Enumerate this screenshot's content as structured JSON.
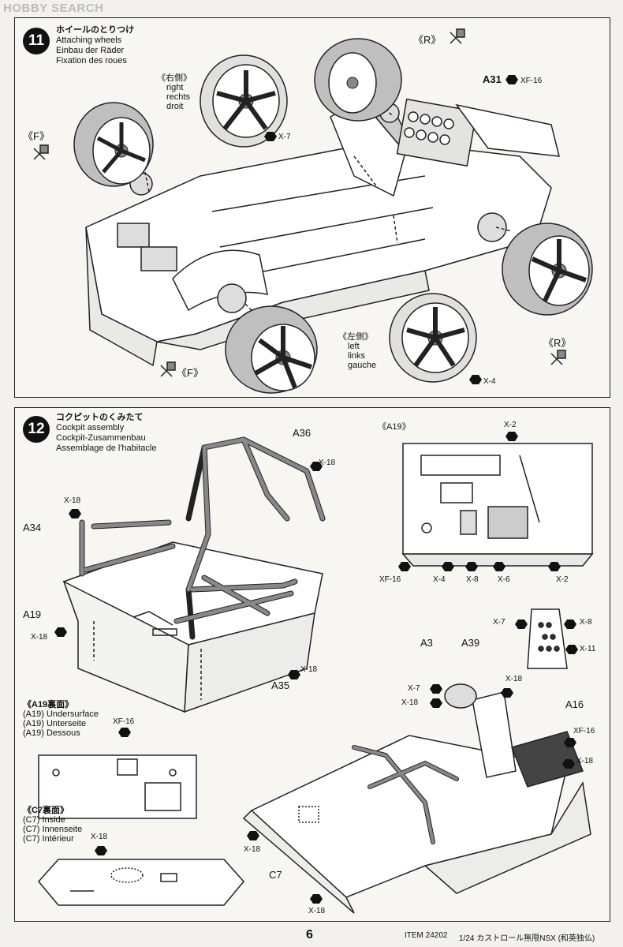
{
  "watermark": "HOBBY SEARCH",
  "step11": {
    "number": "11",
    "title_jp": "ホイールのとりつけ",
    "title_en": "Attaching wheels",
    "title_de": "Einbau der Räder",
    "title_fr": "Fixation des roues",
    "right_side": {
      "jp": "《右側》",
      "en": "right",
      "de": "rechts",
      "fr": "droit"
    },
    "left_side": {
      "jp": "《左側》",
      "en": "left",
      "de": "links",
      "fr": "gauche"
    },
    "labels": {
      "r1": "《R》",
      "r2": "《R》",
      "f1": "《F》",
      "f2": "《F》",
      "a31": "A31",
      "xf16": "XF-16",
      "x7": "X-7",
      "x4": "X-4"
    }
  },
  "step12": {
    "number": "12",
    "title_jp": "コクピットのくみたて",
    "title_en": "Cockpit assembly",
    "title_de": "Cockpit-Zusammenbau",
    "title_fr": "Assemblage de l'habitacle",
    "a19_view": "《A19》",
    "labels": {
      "a36": "A36",
      "a34": "A34",
      "a19": "A19",
      "a35": "A35",
      "x18_a": "X-18",
      "x18_b": "X-18",
      "x18_c": "X-18",
      "x18_d": "X-18",
      "x18_e": "X-18",
      "x18_f": "X-18",
      "x18_g": "X-18",
      "x18_h": "X-18",
      "x18_i": "X-18",
      "x18_j": "X-18",
      "x2_top": "X-2",
      "xf16_a": "XF-16",
      "x4": "X-4",
      "x8": "X-8",
      "x6": "X-6",
      "x2_bottom": "X-2",
      "x7_a": "X-7",
      "x8_b": "X-8",
      "x11": "X-11",
      "a3": "A3",
      "a39": "A39",
      "a16": "A16",
      "xf16_b": "XF-16",
      "xf16_c": "XF-16",
      "x7_b": "X-7",
      "c7": "C7"
    },
    "a19_underside": {
      "jp": "《A19裏面》",
      "en": "(A19) Undersurface",
      "de": "(A19) Unterseite",
      "fr": "(A19) Dessous"
    },
    "c7_underside": {
      "jp": "《C7裏面》",
      "en": "(C7) Inside",
      "de": "(C7) Innenseite",
      "fr": "(C7) Intérieur"
    }
  },
  "footer": {
    "page": "6",
    "item": "ITEM 24202",
    "product": "1/24 カストロール無限NSX (和英独仏)"
  }
}
